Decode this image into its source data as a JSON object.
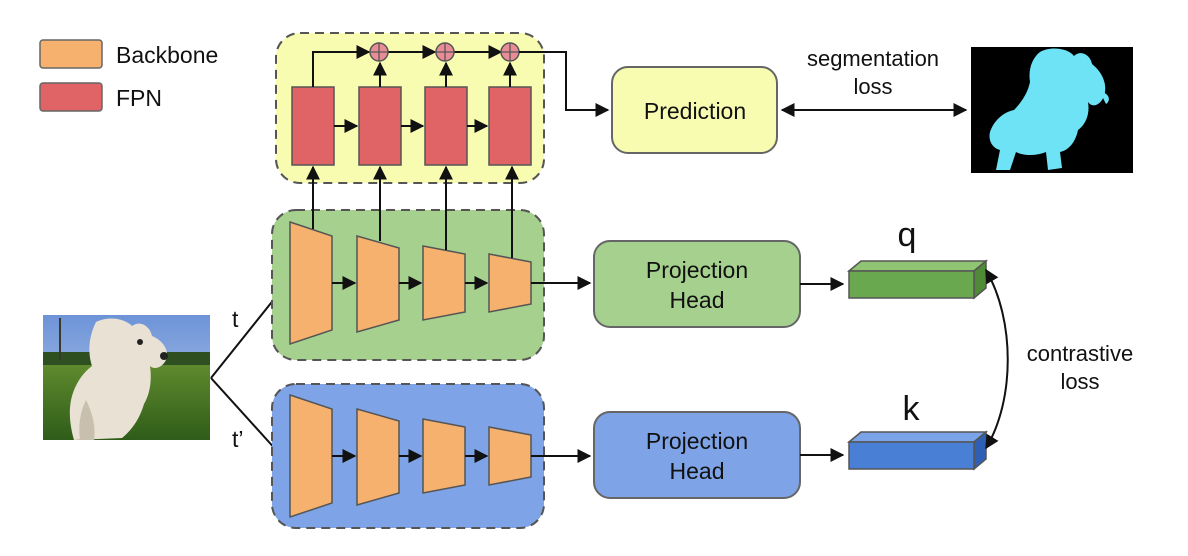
{
  "legend": {
    "items": [
      {
        "label": "Backbone",
        "color": "#f5b16d"
      },
      {
        "label": "FPN",
        "color": "#e06366"
      }
    ]
  },
  "fpn_block": {
    "fill": "#f7fcb0"
  },
  "backbone_query": {
    "fill": "#a5d08d"
  },
  "backbone_key": {
    "fill": "#7ea3e6"
  },
  "prediction": {
    "label": "Prediction",
    "fill": "#f7fcb0"
  },
  "projection_query": {
    "line1": "Projection",
    "line2": "Head",
    "fill": "#a5d08d"
  },
  "projection_key": {
    "line1": "Projection",
    "line2": "Head",
    "fill": "#7ea3e6"
  },
  "segmentation_loss": {
    "line1": "segmentation",
    "line2": "loss"
  },
  "contrastive_loss": {
    "line1": "contrastive",
    "line2": "loss"
  },
  "embedding_q": {
    "label": "q",
    "color": "#6aa84f"
  },
  "embedding_k": {
    "label": "k",
    "color": "#4a7fd6"
  },
  "transform_t": "t",
  "transform_t_prime": "t’",
  "images": {
    "input": "dog-photo",
    "mask": "segmentation-mask"
  }
}
